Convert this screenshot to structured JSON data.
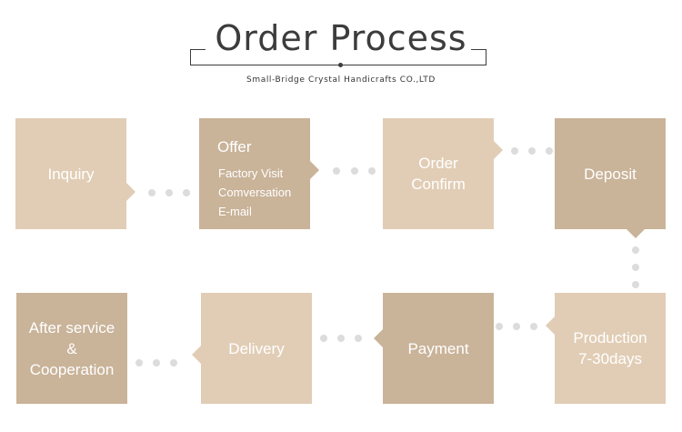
{
  "header": {
    "title": "Order Process",
    "subtitle": "Small-Bridge Crystal Handicrafts CO.,LTD"
  },
  "colors": {
    "light_box": "#e1cdb5",
    "dark_box": "#c9b399",
    "connector_dot": "#dcdcdc",
    "text": "#ffffff"
  },
  "steps": {
    "inquiry": {
      "label": "Inquiry"
    },
    "offer": {
      "label": "Offer",
      "items": [
        "Factory Visit",
        "Comversation",
        "E-mail"
      ]
    },
    "order_confirm": {
      "line1": "Order",
      "line2": "Confirm"
    },
    "deposit": {
      "label": "Deposit"
    },
    "production": {
      "line1": "Production",
      "line2": "7-30days"
    },
    "payment": {
      "label": "Payment"
    },
    "delivery": {
      "label": "Delivery"
    },
    "after_service": {
      "line1": "After service",
      "line2": "&",
      "line3": "Cooperation"
    }
  }
}
